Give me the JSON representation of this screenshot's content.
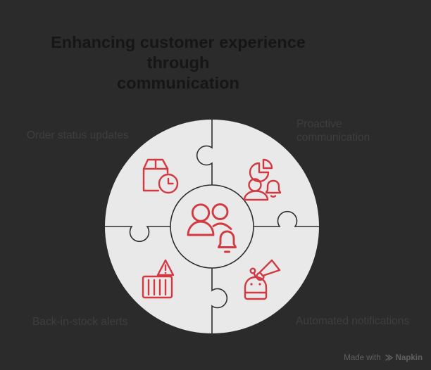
{
  "title": {
    "line1": "Enhancing customer experience through",
    "line2": "communication"
  },
  "diagram": {
    "type": "circular-puzzle",
    "center": {
      "icon": "people-bell-icon"
    },
    "quadrants": [
      {
        "id": "top-left",
        "label": "Order status updates",
        "icon": "package-clock-icon"
      },
      {
        "id": "top-right",
        "label": "Proactive communication",
        "icon": "pie-chart-person-bell-icon"
      },
      {
        "id": "bottom-left",
        "label": "Back-in-stock alerts",
        "icon": "container-warning-icon"
      },
      {
        "id": "bottom-right",
        "label": "Automated notifications",
        "icon": "robot-megaphone-icon"
      }
    ]
  },
  "watermark": {
    "prefix": "Made with",
    "brand": "Napkin",
    "icon": "napkin-logo-icon"
  },
  "colors": {
    "background": "#2b2b2b",
    "title_text": "#161616",
    "label_text": "#3e3e3e",
    "wheel_fill": "#e9e9e9",
    "seam_line": "#2e2e2e",
    "icon_accent": "#d23940",
    "watermark_text": "#606060"
  }
}
